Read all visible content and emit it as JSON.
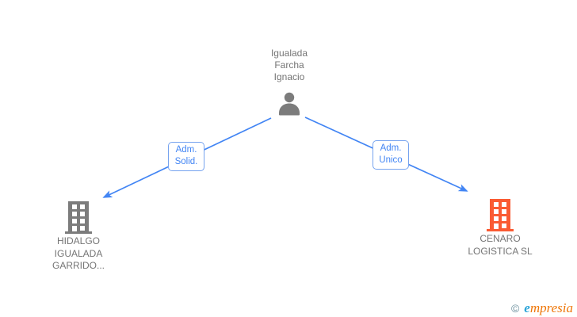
{
  "diagram": {
    "person": {
      "name": "Igualada Farcha Ignacio"
    },
    "edges": [
      {
        "label": "Adm. Solid.",
        "from": "Igualada Farcha Ignacio",
        "to": "HIDALGO IGUALADA GARRIDO..."
      },
      {
        "label": "Adm. Unico",
        "from": "Igualada Farcha Ignacio",
        "to": "CENARO LOGISTICA SL"
      }
    ],
    "companies": [
      {
        "name": "HIDALGO IGUALADA GARRIDO...",
        "icon_color": "#757575"
      },
      {
        "name": "CENARO LOGISTICA SL",
        "icon_color": "#fa5b33"
      }
    ]
  },
  "watermark": {
    "copyright_symbol": "©",
    "brand_first_letter": "e",
    "brand_rest": "mpresia"
  },
  "colors": {
    "edge_blue": "#4285f4",
    "label_border_blue": "#76a3ef",
    "text_gray": "#757575",
    "icon_gray": "#7c7c7c",
    "company_orange": "#fa5b33",
    "watermark_copyright": "#6a8e9c",
    "watermark_e_blue": "#2aa4d8",
    "watermark_orange": "#ef7607",
    "background": "#ffffff"
  }
}
